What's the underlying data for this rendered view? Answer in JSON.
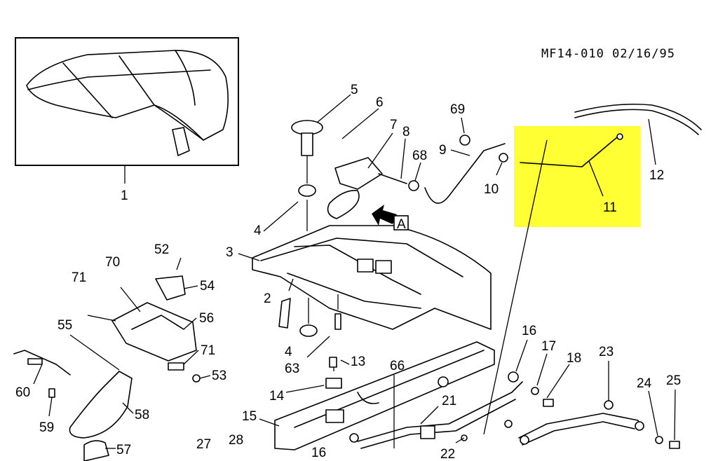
{
  "drawing_code": "MF14-010 02/16/95",
  "view_label": "A",
  "highlight_color": "#ffff33",
  "callouts": [
    {
      "id": "1",
      "text": "1"
    },
    {
      "id": "2",
      "text": "2"
    },
    {
      "id": "3",
      "text": "3"
    },
    {
      "id": "4a",
      "text": "4"
    },
    {
      "id": "4b",
      "text": "4"
    },
    {
      "id": "5",
      "text": "5"
    },
    {
      "id": "6",
      "text": "6"
    },
    {
      "id": "7",
      "text": "7"
    },
    {
      "id": "8",
      "text": "8"
    },
    {
      "id": "9",
      "text": "9"
    },
    {
      "id": "10",
      "text": "10"
    },
    {
      "id": "11",
      "text": "11"
    },
    {
      "id": "12",
      "text": "12"
    },
    {
      "id": "13",
      "text": "13"
    },
    {
      "id": "14",
      "text": "14"
    },
    {
      "id": "15",
      "text": "15"
    },
    {
      "id": "16a",
      "text": "16"
    },
    {
      "id": "16b",
      "text": "16"
    },
    {
      "id": "17",
      "text": "17"
    },
    {
      "id": "18",
      "text": "18"
    },
    {
      "id": "21",
      "text": "21"
    },
    {
      "id": "22",
      "text": "22"
    },
    {
      "id": "23",
      "text": "23"
    },
    {
      "id": "24",
      "text": "24"
    },
    {
      "id": "25",
      "text": "25"
    },
    {
      "id": "27",
      "text": "27"
    },
    {
      "id": "28",
      "text": "28"
    },
    {
      "id": "52",
      "text": "52"
    },
    {
      "id": "53",
      "text": "53"
    },
    {
      "id": "54",
      "text": "54"
    },
    {
      "id": "55",
      "text": "55"
    },
    {
      "id": "56",
      "text": "56"
    },
    {
      "id": "57",
      "text": "57"
    },
    {
      "id": "58",
      "text": "58"
    },
    {
      "id": "59",
      "text": "59"
    },
    {
      "id": "60",
      "text": "60"
    },
    {
      "id": "63",
      "text": "63"
    },
    {
      "id": "66",
      "text": "66"
    },
    {
      "id": "68",
      "text": "68"
    },
    {
      "id": "69",
      "text": "69"
    },
    {
      "id": "70",
      "text": "70"
    },
    {
      "id": "71a",
      "text": "71"
    },
    {
      "id": "71b",
      "text": "71"
    }
  ]
}
